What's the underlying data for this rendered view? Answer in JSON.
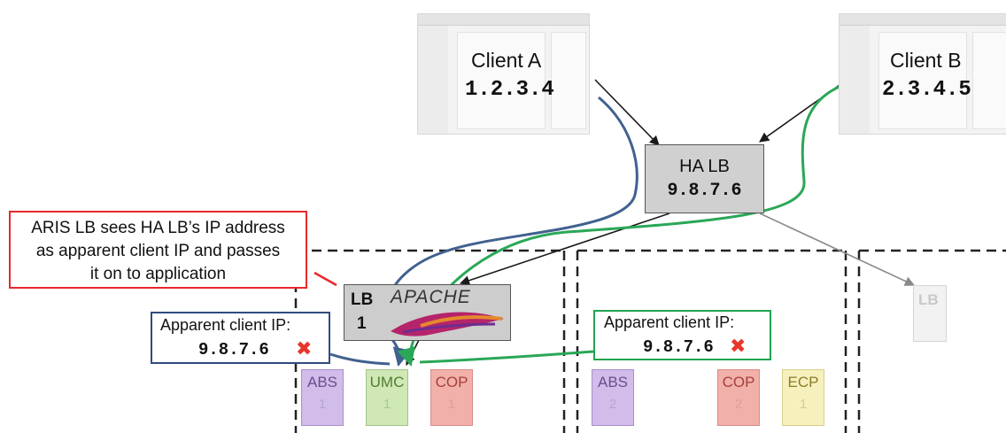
{
  "clients": [
    {
      "name": "Client A",
      "ip": "1.2.3.4"
    },
    {
      "name": "Client B",
      "ip": "2.3.4.5"
    }
  ],
  "ha_lb": {
    "label": "HA LB",
    "ip": "9.8.7.6"
  },
  "aris_lb": {
    "label_line1": "LB",
    "label_line2": "1",
    "logo_text": "APACHE"
  },
  "note": {
    "line1": "ARIS LB sees HA LB’s IP address",
    "line2": "as apparent client IP and passes",
    "line3": "it on to application"
  },
  "apparent_left": {
    "title": "Apparent client IP:",
    "ip": "9.8.7.6",
    "mark": "✖"
  },
  "apparent_right": {
    "title": "Apparent client IP:",
    "ip": "9.8.7.6",
    "mark": "✖"
  },
  "faded_lb": {
    "label": "LB"
  },
  "components": [
    {
      "name": "ABS",
      "num": "1"
    },
    {
      "name": "UMC",
      "num": "1"
    },
    {
      "name": "COP",
      "num": "1"
    },
    {
      "name": "ABS",
      "num": "2"
    },
    {
      "name": "COP",
      "num": "2"
    },
    {
      "name": "ECP",
      "num": "1"
    }
  ],
  "colors": {
    "flow_a": "#41618f",
    "flow_b": "#2aa757",
    "note_border": "#e8282a",
    "callout_left_border": "#2f4c7d",
    "callout_right_border": "#21a34f",
    "x_mark": "#e8352b",
    "abs": "#d2bcea",
    "umc": "#cfe8b6",
    "cop": "#f2b0ab",
    "ecp": "#f6f0bd"
  }
}
